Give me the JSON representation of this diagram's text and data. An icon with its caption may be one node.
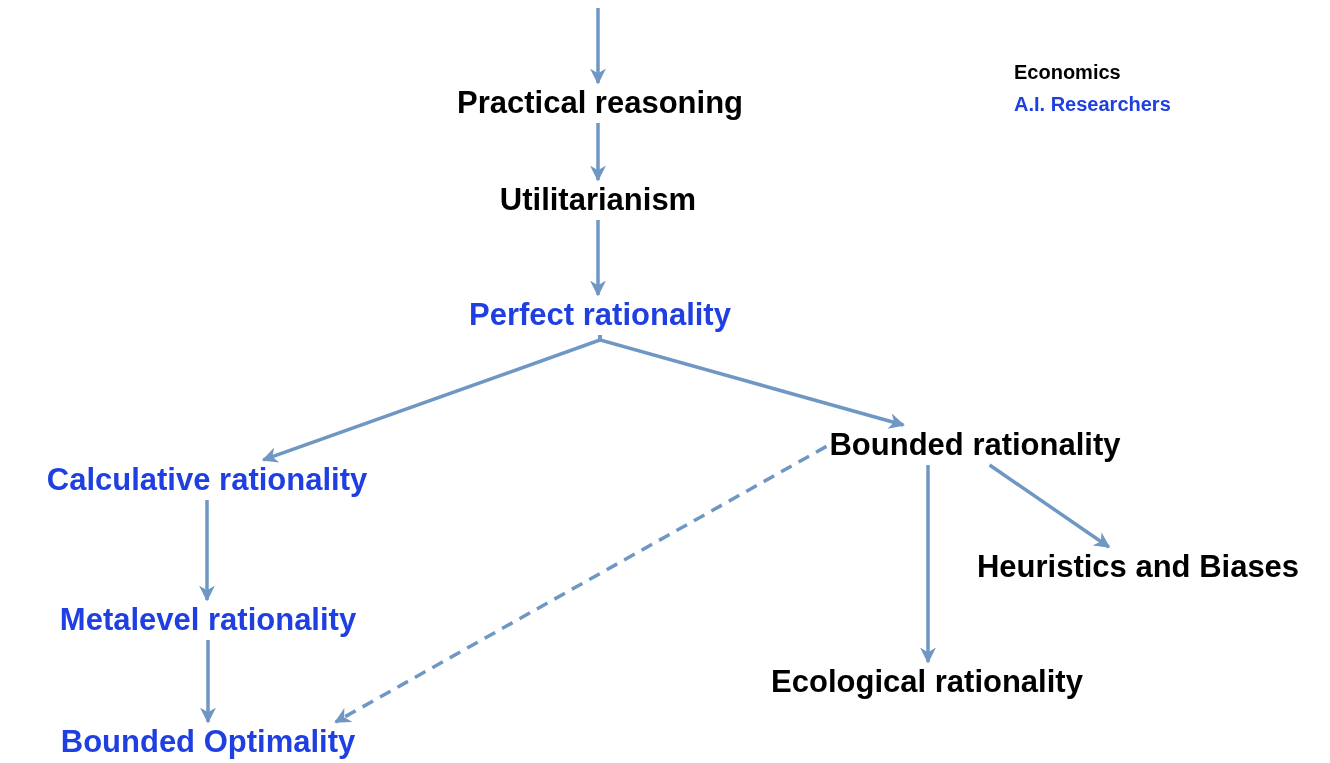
{
  "diagram": {
    "nodes": [
      {
        "text": [
          "Practical reasoning"
        ]
      },
      {
        "text": [
          "Utilitarianism"
        ]
      },
      {
        "text": [
          "Perfect rationality"
        ]
      },
      {
        "text": [
          "Calculative rationality"
        ]
      },
      {
        "text": [
          "Bounded rationality"
        ]
      },
      {
        "text": [
          "Metalevel rationality"
        ]
      },
      {
        "text": [
          "Heuristics and Biases"
        ]
      },
      {
        "text": [
          "Ecological rationality"
        ]
      },
      {
        "text": [
          "Bounded Optimality"
        ]
      }
    ],
    "edges": [
      {
        "from": null,
        "to": 0,
        "arrow": "to"
      },
      {
        "from": 0,
        "to": 1,
        "arrow": "to"
      },
      {
        "from": 1,
        "to": 2,
        "arrow": "to"
      },
      {
        "from": 2,
        "to": 3,
        "arrow": "to"
      },
      {
        "from": 2,
        "to": 4,
        "arrow": "to"
      },
      {
        "from": 3,
        "to": 5,
        "arrow": "to"
      },
      {
        "from": 5,
        "to": 8,
        "arrow": "to"
      },
      {
        "from": 4,
        "to": 8,
        "arrow": "to",
        "style": "dashed"
      },
      {
        "from": 4,
        "to": 7,
        "arrow": "to"
      },
      {
        "from": 4,
        "to": 6,
        "arrow": "to"
      }
    ],
    "legend": [
      {
        "text": "Economics",
        "color": "#000000"
      },
      {
        "text": "A.I. Researchers",
        "color": "#1f3fe0"
      }
    ]
  }
}
